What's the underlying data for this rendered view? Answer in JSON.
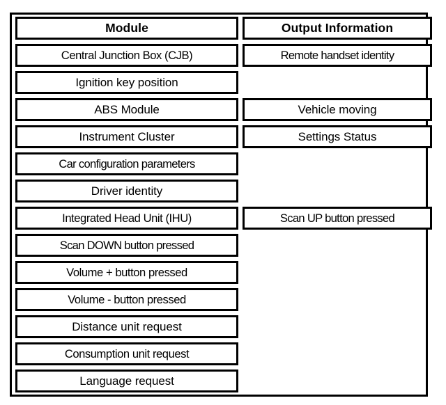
{
  "table": {
    "headers": {
      "module": "Module",
      "output": "Output Information"
    },
    "rows": [
      {
        "module": "Central Junction Box (CJB)",
        "output": "Remote handset identity"
      },
      {
        "module": "Ignition key position",
        "output": ""
      },
      {
        "module": "ABS Module",
        "output": "Vehicle moving"
      },
      {
        "module": "Instrument Cluster",
        "output": "Settings Status"
      },
      {
        "module": "Car configuration parameters",
        "output": ""
      },
      {
        "module": "Driver identity",
        "output": ""
      },
      {
        "module": "Integrated Head Unit (IHU)",
        "output": "Scan UP button pressed"
      },
      {
        "module": "Scan DOWN button pressed",
        "output": ""
      },
      {
        "module": "Volume + button pressed",
        "output": ""
      },
      {
        "module": "Volume - button pressed",
        "output": ""
      },
      {
        "module": "Distance unit request",
        "output": ""
      },
      {
        "module": "Consumption unit request",
        "output": ""
      },
      {
        "module": "Language request",
        "output": ""
      }
    ]
  },
  "style": {
    "border_color": "#000000",
    "background_color": "#ffffff",
    "text_color": "#000000"
  }
}
